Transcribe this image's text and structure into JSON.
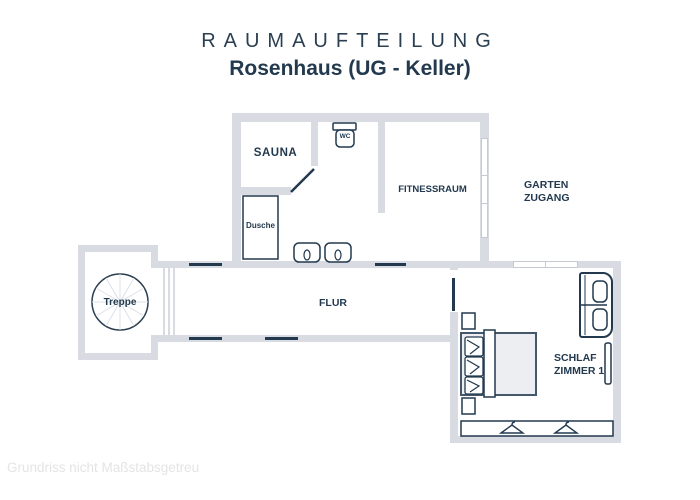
{
  "header": {
    "title": "RAUMAUFTEILUNG",
    "subtitle": "Rosenhaus (UG - Keller)"
  },
  "footer": {
    "note": "Grundriss nicht Maßstabsgetreu"
  },
  "rooms": {
    "sauna": "SAUNA",
    "wc": "WC",
    "dusche": "Dusche",
    "fitnessraum": "FITNESSRAUM",
    "garten_zugang": "GARTEN\nZUGANG",
    "flur": "FLUR",
    "treppe": "Treppe",
    "schlafzimmer1": "SCHLAF\nZIMMER 1"
  },
  "icons": {
    "stairs": "spiral-staircase-icon",
    "toilet": "toilet-icon",
    "sinks": "sink-icon",
    "shower": "shower-stall-icon",
    "door_swing": "door-swing-icon",
    "bed": "double-bed-icon",
    "pillows": "pillow-icon",
    "nightstands": "nightstand-icon",
    "sofa": "sofa-icon",
    "radiator": "radiator-icon",
    "wardrobe": "wardrobe-icon",
    "hangers": "hanger-icon"
  },
  "colors": {
    "wall": "#d9dbe3",
    "line": "#22394e",
    "title_text": "#2b3f52",
    "muted_text": "#e4e4e6"
  }
}
